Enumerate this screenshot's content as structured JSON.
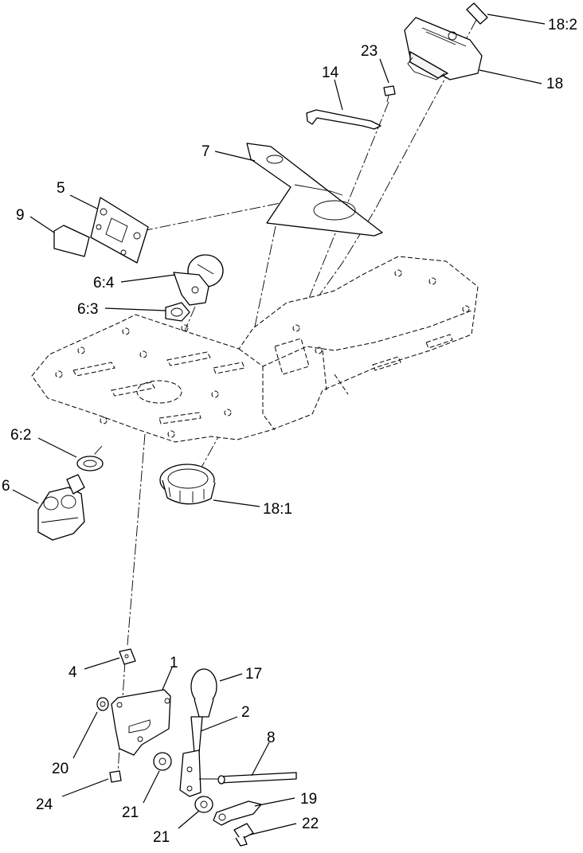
{
  "callouts": [
    {
      "id": "c-18-2",
      "label": "18:2"
    },
    {
      "id": "c-23",
      "label": "23"
    },
    {
      "id": "c-18",
      "label": "18"
    },
    {
      "id": "c-14",
      "label": "14"
    },
    {
      "id": "c-7",
      "label": "7"
    },
    {
      "id": "c-5",
      "label": "5"
    },
    {
      "id": "c-9",
      "label": "9"
    },
    {
      "id": "c-6-4",
      "label": "6:4"
    },
    {
      "id": "c-6-3",
      "label": "6:3"
    },
    {
      "id": "c-6-2",
      "label": "6:2"
    },
    {
      "id": "c-6",
      "label": "6"
    },
    {
      "id": "c-18-1",
      "label": "18:1"
    },
    {
      "id": "c-4",
      "label": "4"
    },
    {
      "id": "c-1",
      "label": "1"
    },
    {
      "id": "c-17",
      "label": "17"
    },
    {
      "id": "c-2",
      "label": "2"
    },
    {
      "id": "c-8",
      "label": "8"
    },
    {
      "id": "c-20",
      "label": "20"
    },
    {
      "id": "c-24",
      "label": "24"
    },
    {
      "id": "c-21a",
      "label": "21"
    },
    {
      "id": "c-19",
      "label": "19"
    },
    {
      "id": "c-21b",
      "label": "21"
    },
    {
      "id": "c-22",
      "label": "22"
    }
  ]
}
